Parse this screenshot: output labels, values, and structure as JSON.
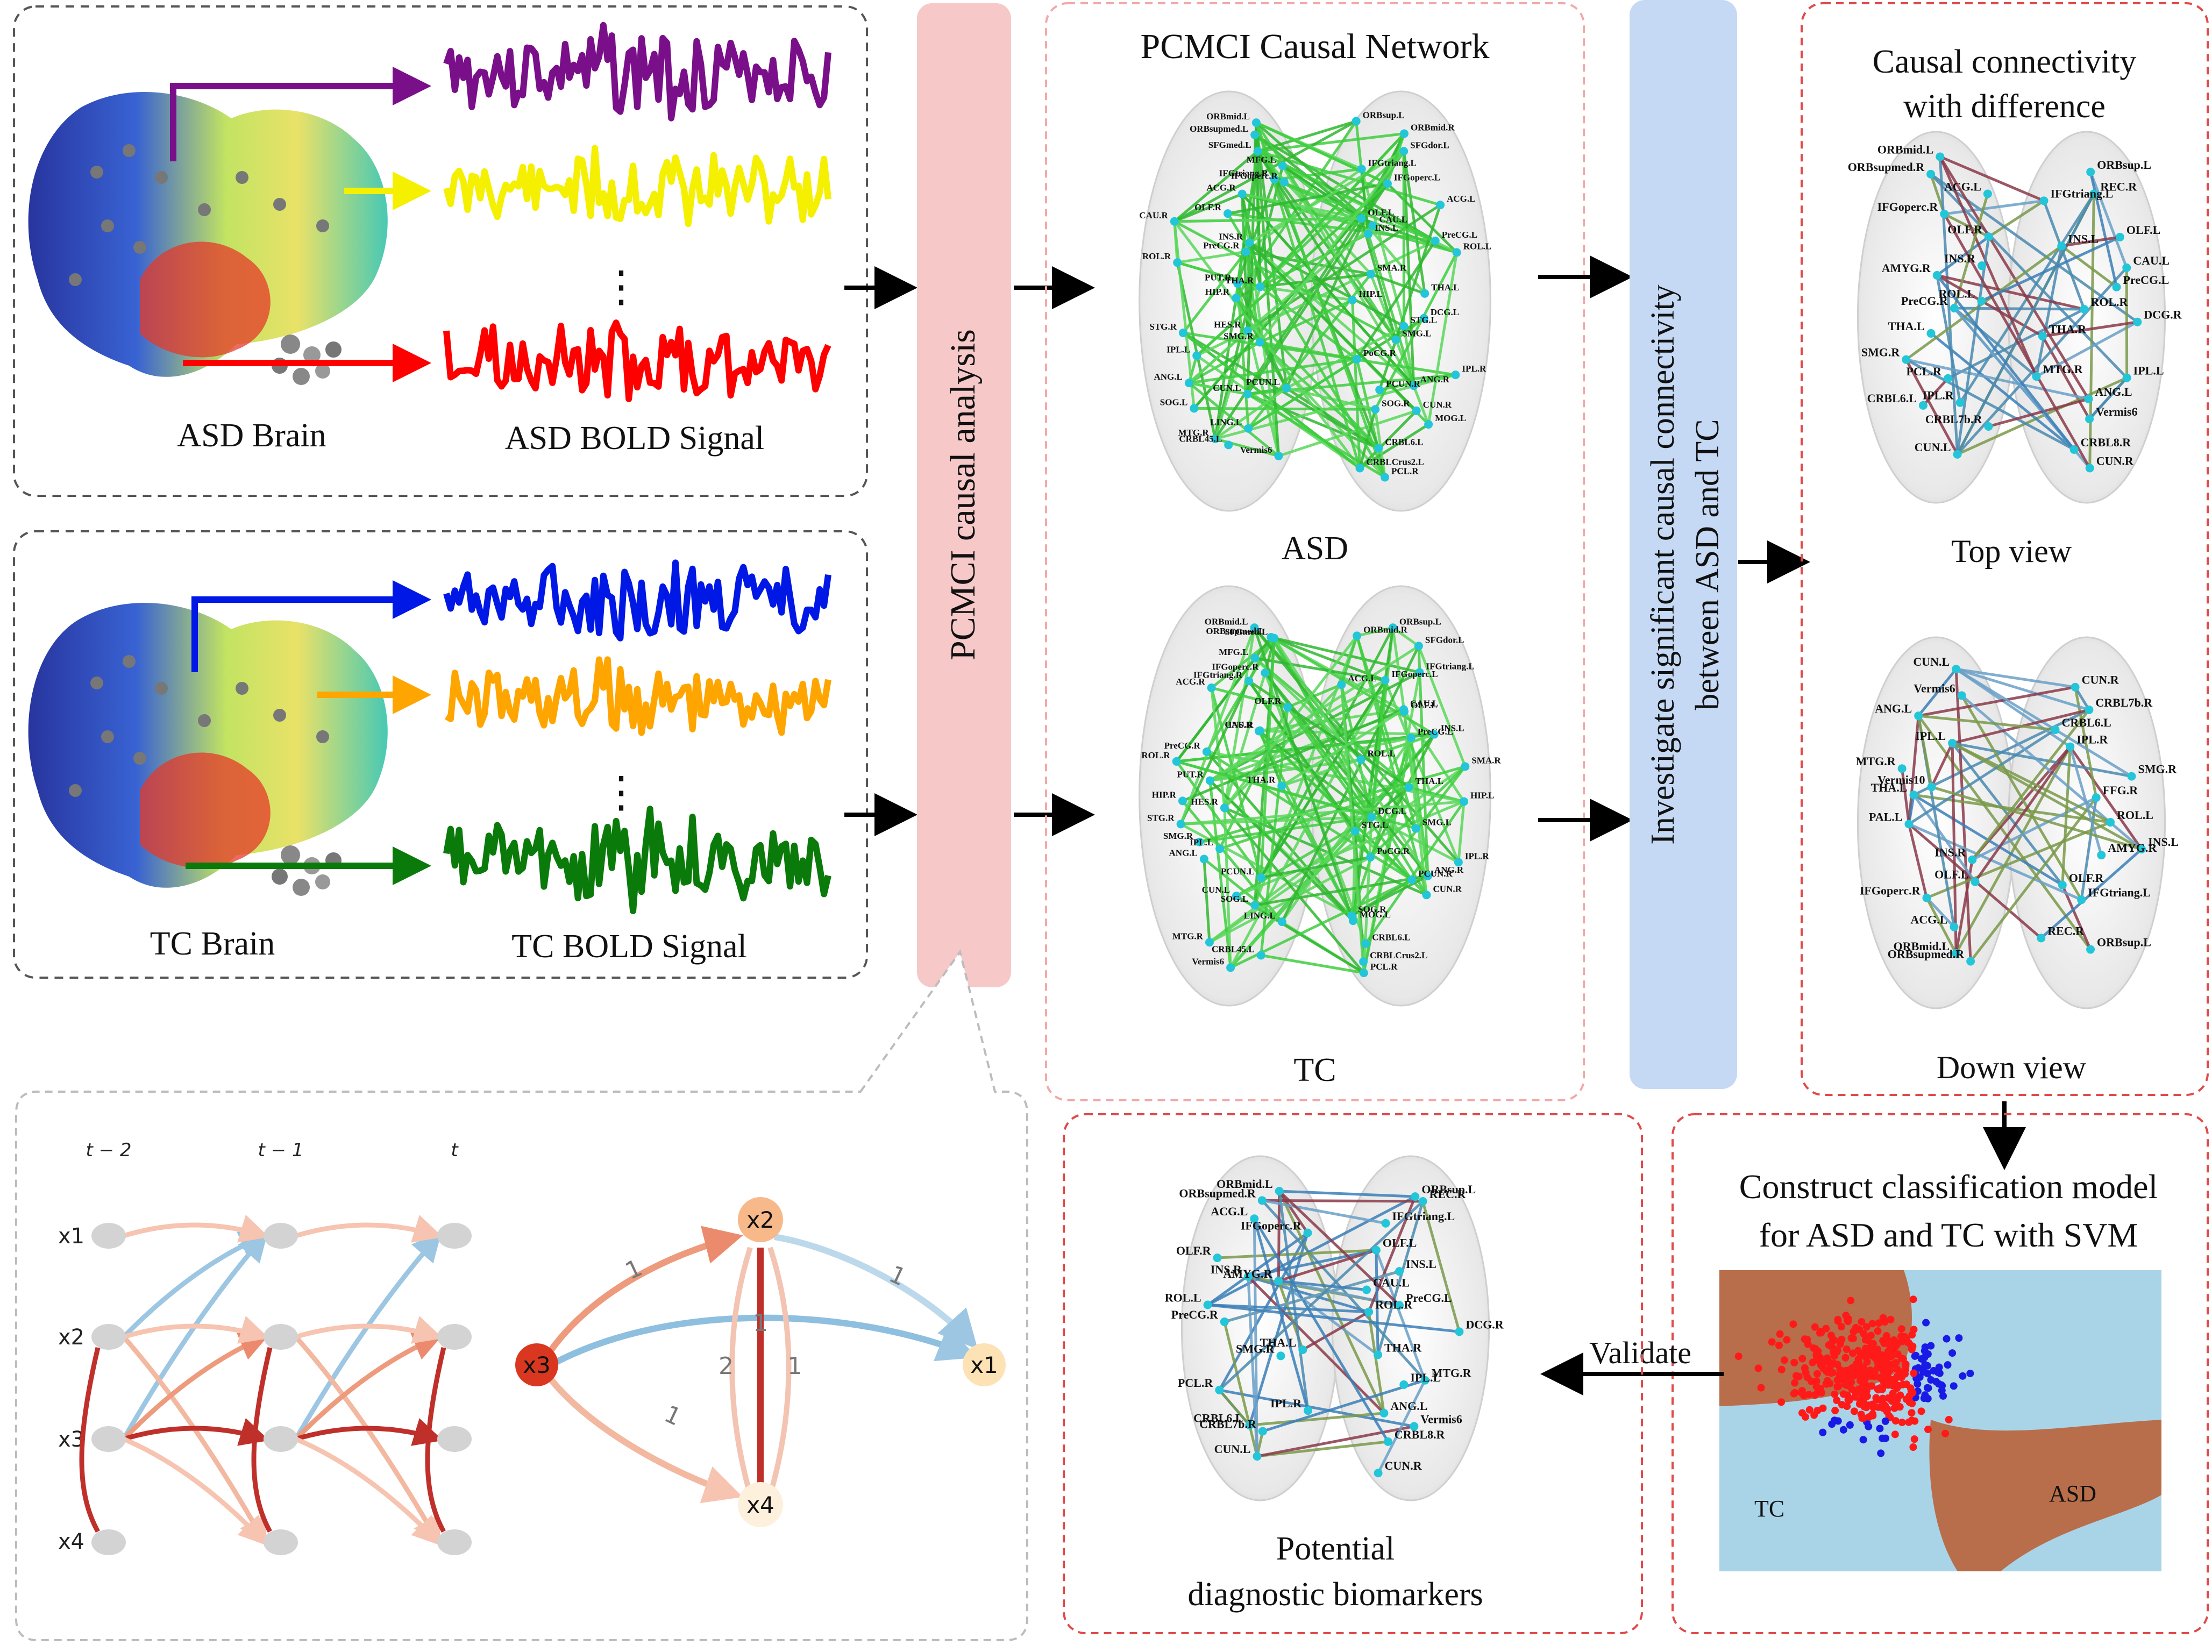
{
  "colors": {
    "asd_signal_1": "#7a0f8a",
    "asd_signal_2": "#f4f000",
    "asd_signal_3": "#ff0000",
    "tc_signal_1": "#0018e6",
    "tc_signal_2": "#ffa500",
    "tc_signal_3": "#0a7a0a",
    "pcmci_panel": "#f6c8c8",
    "investigate_panel": "#c5d9f5",
    "svm_tc_region": "#a9d4e8",
    "svm_asd_region": "#b86e4a",
    "svm_tc_points": "#1a1ae6",
    "svm_asd_points": "#ff1a1a",
    "network_edges": "#3fce3f",
    "node_color": "#22c6d8",
    "causal_strong": "#c0302a",
    "causal_weak": "#f2b8a0"
  },
  "input": {
    "asd_brain_label": "ASD Brain",
    "asd_signal_label": "ASD BOLD Signal",
    "tc_brain_label": "TC Brain",
    "tc_signal_label": "TC BOLD Signal",
    "ellipsis": "⋮"
  },
  "pcmci": {
    "label": "PCMCI causal analysis"
  },
  "network": {
    "title": "PCMCI Causal Network",
    "asd_label": "ASD",
    "tc_label": "TC"
  },
  "investigate": {
    "line1": "Investigate significant causal connectivity",
    "line2": "between ASD and TC"
  },
  "difference": {
    "title_line1": "Causal connectivity",
    "title_line2": "with  difference",
    "top_view": "Top view",
    "down_view": "Down view"
  },
  "svm": {
    "title_line1": "Construct classification model",
    "title_line2": "for ASD and TC with SVM",
    "tc_label": "TC",
    "asd_label": "ASD"
  },
  "validate_label": "Validate",
  "biomarkers": {
    "line1": "Potential",
    "line2": "diagnostic biomarkers"
  },
  "time_graph": {
    "time_labels": [
      "t − 2",
      "t − 1",
      "t"
    ],
    "var_labels": [
      "x1",
      "x2",
      "x3",
      "x4"
    ]
  },
  "summary_graph": {
    "nodes": [
      "x3",
      "x2",
      "x1",
      "x4"
    ],
    "edge_labels": [
      "1",
      "1",
      "1",
      "2",
      "1",
      "1"
    ]
  },
  "region_labels": {
    "top": [
      "ORBmid.L",
      "ORBsup.L",
      "ORBsupmed.L",
      "ORBmid.R",
      "SFGmed.L",
      "SFGdor.L",
      "MFG.L",
      "IFGtriang.L",
      "IFGtriang.R",
      "IFGoperc.L",
      "IFGoperc.R",
      "ACG.L",
      "ACG.R",
      "OLF.L",
      "OLF.R",
      "CAU.L",
      "CAU.R",
      "INS.L",
      "INS.R",
      "PreCG.L",
      "PreCG.R",
      "ROL.L",
      "ROL.R",
      "SMA.R",
      "PUT.R",
      "THA.L",
      "THA.R",
      "HIP.L",
      "HIP.R",
      "DCG.L",
      "HES.R",
      "STG.L",
      "STG.R",
      "SMG.L",
      "SMG.R",
      "PoCG.R",
      "IPL.L",
      "IPL.R",
      "ANG.L",
      "ANG.R",
      "PCUN.L",
      "PCUN.R",
      "CUN.L",
      "CUN.R",
      "SOG.L",
      "SOG.R",
      "LING.L",
      "MOG.L",
      "MTG.R",
      "CRBL6.L",
      "CRBL45.L",
      "CRBLCrus2.L",
      "Vermis6",
      "PCL.R"
    ],
    "bottom": [
      "CUN.L",
      "CUN.R",
      "Vermis6",
      "CRBL7b.R",
      "ANG.L",
      "CRBL6.L",
      "IPL.L",
      "IPL.R",
      "MTG.R",
      "SMG.R",
      "Vermis10",
      "FFG.R",
      "THA.L",
      "ROL.L",
      "PAL.L",
      "INS.L",
      "INS.R",
      "AMYG.R",
      "OLF.L",
      "OLF.R",
      "IFGoperc.R",
      "IFGtriang.L",
      "ACG.L",
      "REC.R",
      "ORBmid.L",
      "ORBsup.L",
      "ORBsupmed.R"
    ],
    "diff": [
      "ORBmid.L",
      "ORBsup.L",
      "ORBsupmed.R",
      "REC.R",
      "ACG.L",
      "IFGtriang.L",
      "IFGoperc.R",
      "OLF.L",
      "OLF.R",
      "INS.L",
      "INS.R",
      "CAU.L",
      "AMYG.R",
      "PreCG.L",
      "ROL.L",
      "ROL.R",
      "PreCG.R",
      "DCG.R",
      "THA.L",
      "THA.R",
      "SMG.R",
      "MTG.R",
      "PCL.R",
      "IPL.L",
      "IPL.R",
      "ANG.L",
      "CRBL6.L",
      "Vermis6",
      "CRBL7b.R",
      "CRBL8.R",
      "CUN.L",
      "CUN.R"
    ]
  }
}
